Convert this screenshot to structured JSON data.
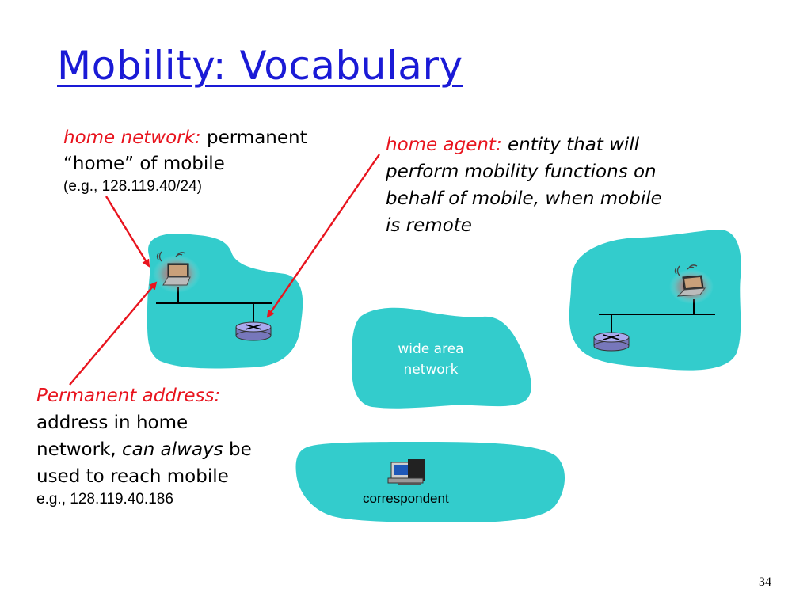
{
  "title": "Mobility: Vocabulary",
  "home_network": {
    "term": "home network:",
    "line1_rest": "permanent",
    "line2": "“home” of mobile",
    "example": "(e.g., 128.119.40/24)"
  },
  "home_agent": {
    "term": "home agent:",
    "line1_rest": "entity that will",
    "line2": "perform mobility functions on",
    "line3": "behalf of mobile, when mobile",
    "line4": "is remote"
  },
  "permanent_address": {
    "term": "Permanent address:",
    "line2": "address in home",
    "line3_start": "network, ",
    "line3_italic": "can always",
    "line3_end": " be",
    "line4": "used to reach mobile",
    "example": "e.g., 128.119.40.186"
  },
  "wan": {
    "line1": "wide area",
    "line2": "network"
  },
  "correspondent": "correspondent",
  "slide_number": "34",
  "colors": {
    "title": "#1a1ad6",
    "term": "#e8141e",
    "cloud": "#33cccc",
    "arrow": "#e8141e",
    "router": "#9999dd"
  },
  "icons": [
    "laptop-icon",
    "router-icon",
    "desktop-computer-icon"
  ]
}
